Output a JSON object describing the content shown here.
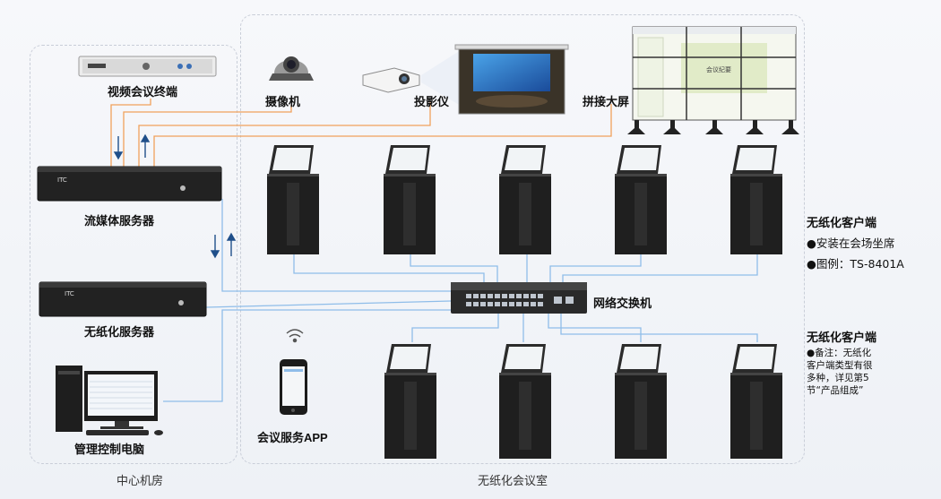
{
  "zones": {
    "center": "中心机房",
    "room": "无纸化会议室"
  },
  "devices": {
    "video_terminal": "视频会议终端",
    "camera": "摄像机",
    "projector": "投影仪",
    "video_wall": "拼接大屏",
    "stream_server": "流媒体服务器",
    "paperless_server": "无纸化服务器",
    "switch": "网络交换机",
    "mgmt_pc": "管理控制电脑",
    "app": "会议服务APP"
  },
  "note1": {
    "title": "无纸化客户端",
    "line1": "●安装在会场坐席",
    "line2": "●图例：TS-8401A"
  },
  "note2": {
    "title": "无纸化客户端",
    "line1": "●备注：无纸化",
    "line2": "客户端类型有很",
    "line3": "多种，详见第5",
    "line4": "节“产品组成”"
  },
  "screen_text": {
    "wall": "会议纪要"
  },
  "colors": {
    "orange": "#f0a15c",
    "blue": "#7fb3e8",
    "arrow": "#1f4f8a"
  }
}
